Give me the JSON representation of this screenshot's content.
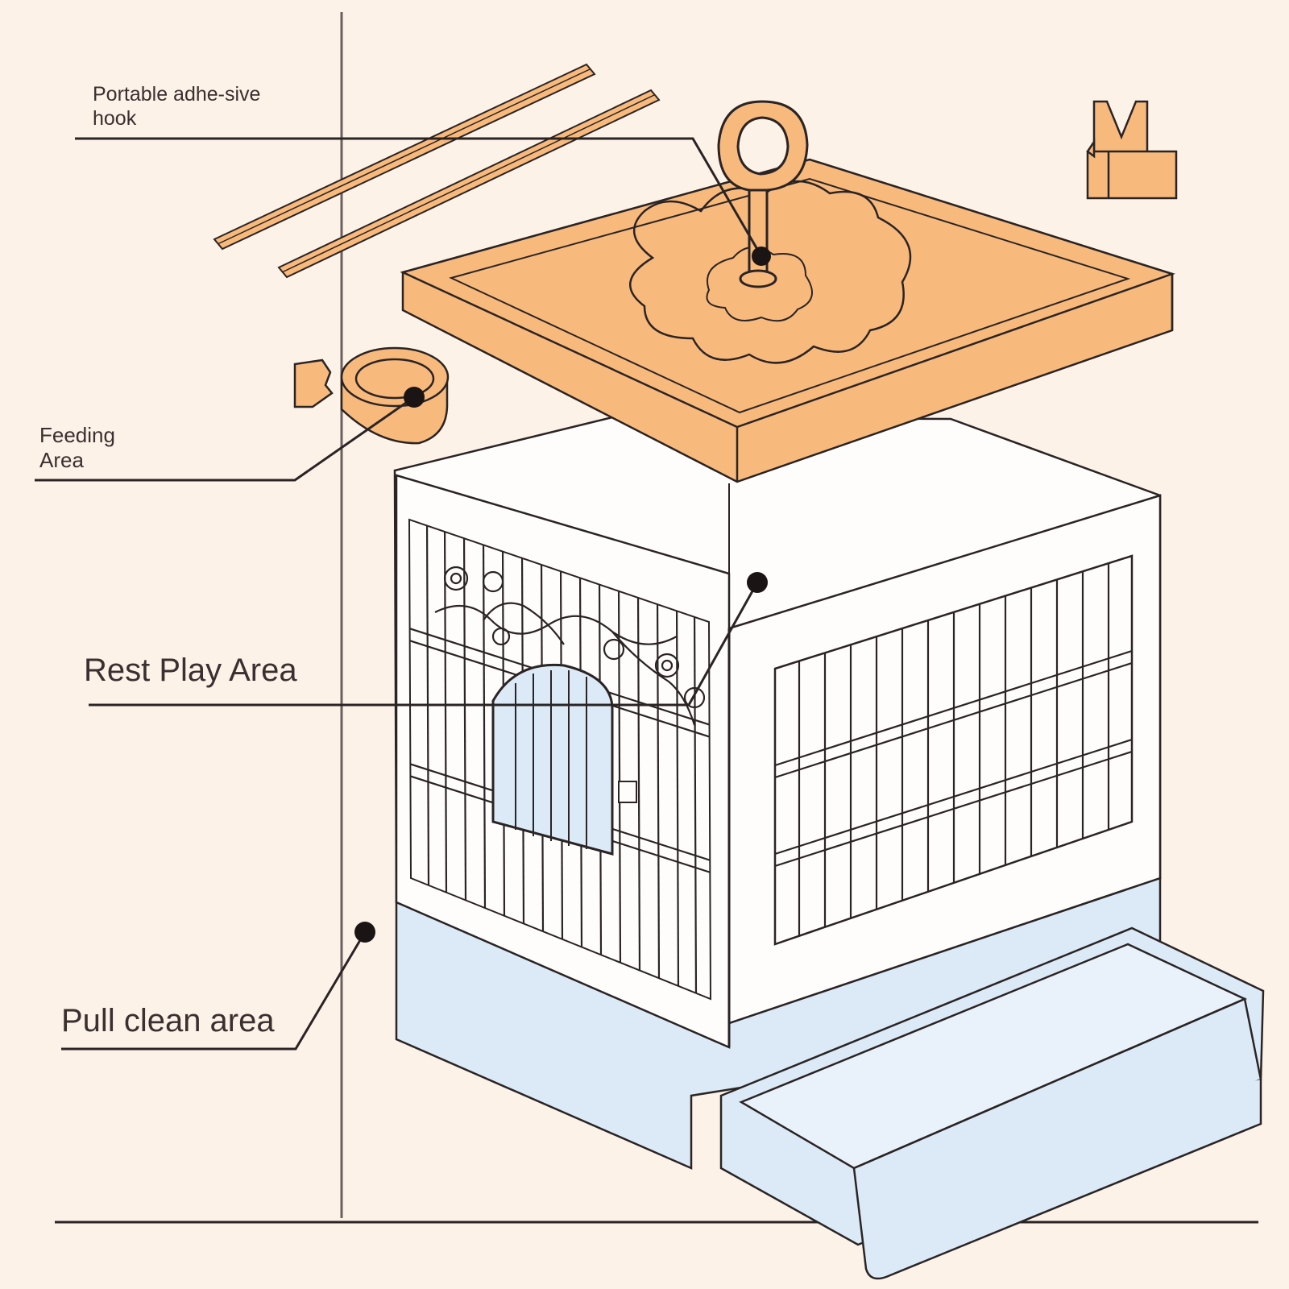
{
  "diagram": {
    "callouts": [
      {
        "id": "hook",
        "text": "Portable adhe-sive hook"
      },
      {
        "id": "feeding",
        "text": "Feeding Area"
      },
      {
        "id": "rest",
        "text": "Rest Play Area"
      },
      {
        "id": "pull",
        "text": "Pull clean area"
      }
    ]
  },
  "colors": {
    "background": "#fdf2e8",
    "orange_part": "#f8b97c",
    "blue_part": "#dceaf7",
    "cage_white": "#fffdfb",
    "outline": "#2a2424"
  }
}
